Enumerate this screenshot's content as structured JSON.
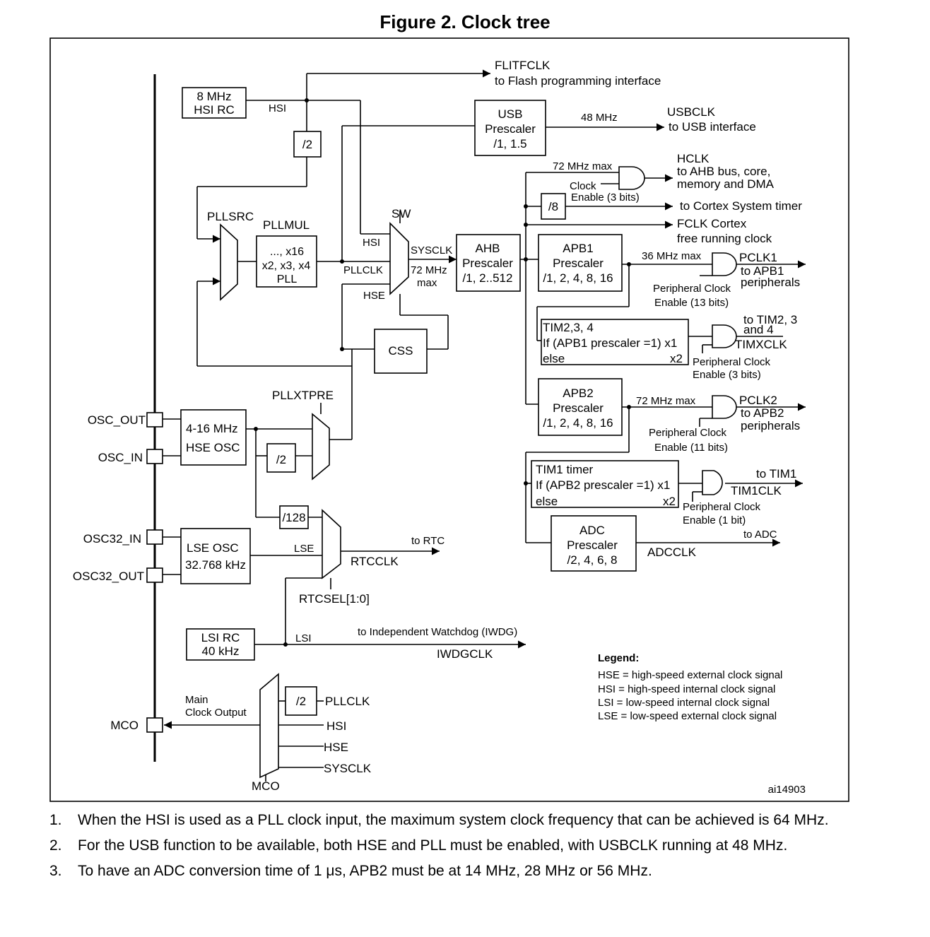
{
  "figure": {
    "title": "Figure 2. Clock tree",
    "ref": "ai14903"
  },
  "blocks": {
    "hsi_rc": [
      "8 MHz",
      "HSI RC"
    ],
    "div2_hsi": "/2",
    "pll": [
      "..., x16",
      "x2, x3, x4",
      "PLL"
    ],
    "usb_presc": [
      "USB",
      "Prescaler",
      "/1, 1.5"
    ],
    "ahb_presc": [
      "AHB",
      "Prescaler",
      "/1, 2..512"
    ],
    "apb1_presc": [
      "APB1",
      "Prescaler",
      "/1, 2, 4, 8, 16"
    ],
    "apb2_presc": [
      "APB2",
      "Prescaler",
      "/1, 2, 4, 8, 16"
    ],
    "div8": "/8",
    "css": "CSS",
    "tim234": [
      "TIM2,3, 4",
      "If (APB1 prescaler =1) x1",
      "else",
      "x2"
    ],
    "tim1": [
      "TIM1 timer",
      "If (APB2 prescaler =1) x1",
      "else",
      "x2"
    ],
    "adc_presc": [
      "ADC",
      "Prescaler",
      "/2, 4, 6, 8"
    ],
    "hse_osc": [
      "4-16 MHz",
      "HSE OSC"
    ],
    "div2_hse": "/2",
    "div128": "/128",
    "lse_osc": [
      "LSE OSC",
      "32.768 kHz"
    ],
    "lsi_rc": [
      "LSI RC",
      "40 kHz"
    ],
    "div2_mco": "/2"
  },
  "pins": [
    "OSC_OUT",
    "OSC_IN",
    "OSC32_IN",
    "OSC32_OUT",
    "MCO"
  ],
  "labels": {
    "flitfclk": "FLITFCLK",
    "flitf_dest": "to Flash programming interface",
    "hsi": "HSI",
    "pllsrc": "PLLSRC",
    "pllmul": "PLLMUL",
    "sw": "SW",
    "sw_hsi": "HSI",
    "sw_pllclk": "PLLCLK",
    "sw_hse": "HSE",
    "sysclk": "SYSCLK",
    "sysclk_max": [
      "72 MHz",
      "max"
    ],
    "usb_freq": "48 MHz",
    "usbclk": "USBCLK",
    "usbclk_dest": "to USB interface",
    "ahb_max": "72 MHz max",
    "clock_enable": [
      "Clock",
      "Enable (3 bits)"
    ],
    "hclk": [
      "HCLK",
      "to AHB bus, core,",
      "memory and DMA"
    ],
    "cortex_timer": "to Cortex System timer",
    "fclk": [
      "FCLK Cortex",
      "free running clock"
    ],
    "apb1_max": "36 MHz max",
    "pclk1": [
      "PCLK1",
      "to APB1",
      "peripherals"
    ],
    "periph_en_13": [
      "Peripheral Clock",
      "Enable (13 bits)"
    ],
    "tim234_dest": [
      "to TIM2, 3",
      "and 4"
    ],
    "timxclk": "TIMXCLK",
    "periph_en_3": [
      "Peripheral Clock",
      "Enable (3 bits)"
    ],
    "apb2_max": "72 MHz max",
    "pclk2": [
      "PCLK2",
      "to APB2",
      "peripherals"
    ],
    "periph_en_11": [
      "Peripheral Clock",
      "Enable (11 bits)"
    ],
    "tim1_dest": "to TIM1",
    "tim1clk": "TIM1CLK",
    "periph_en_1": [
      "Peripheral Clock",
      "Enable (1 bit)"
    ],
    "adc_dest": "to ADC",
    "adcclk": "ADCCLK",
    "pllxtpre": "PLLXTPRE",
    "lse": "LSE",
    "rtc_dest": "to RTC",
    "rtcclk": "RTCCLK",
    "rtcsel": "RTCSEL[1:0]",
    "lsi": "LSI",
    "iwdg_dest": "to Independent Watchdog (IWDG)",
    "iwdgclk": "IWDGCLK",
    "main_clock_output": [
      "Main",
      "Clock Output"
    ],
    "mco_pllclk": "PLLCLK",
    "mco_hsi": "HSI",
    "mco_hse": "HSE",
    "mco_sysclk": "SYSCLK",
    "mco_mux": "MCO"
  },
  "legend": {
    "title": "Legend:",
    "items": [
      "HSE = high-speed external clock signal",
      "HSI = high-speed internal clock signal",
      "LSI = low-speed internal clock signal",
      "LSE = low-speed external clock signal"
    ]
  },
  "notes": [
    {
      "num": "1.",
      "text": "When the HSI is used as a PLL clock input, the maximum system clock frequency that can be achieved is 64 MHz."
    },
    {
      "num": "2.",
      "text": "For the USB function to be available, both HSE and PLL must be enabled, with USBCLK running at 48 MHz."
    },
    {
      "num": "3.",
      "text": "To have an ADC conversion time of 1 μs, APB2 must be at 14 MHz, 28 MHz or 56 MHz."
    }
  ]
}
